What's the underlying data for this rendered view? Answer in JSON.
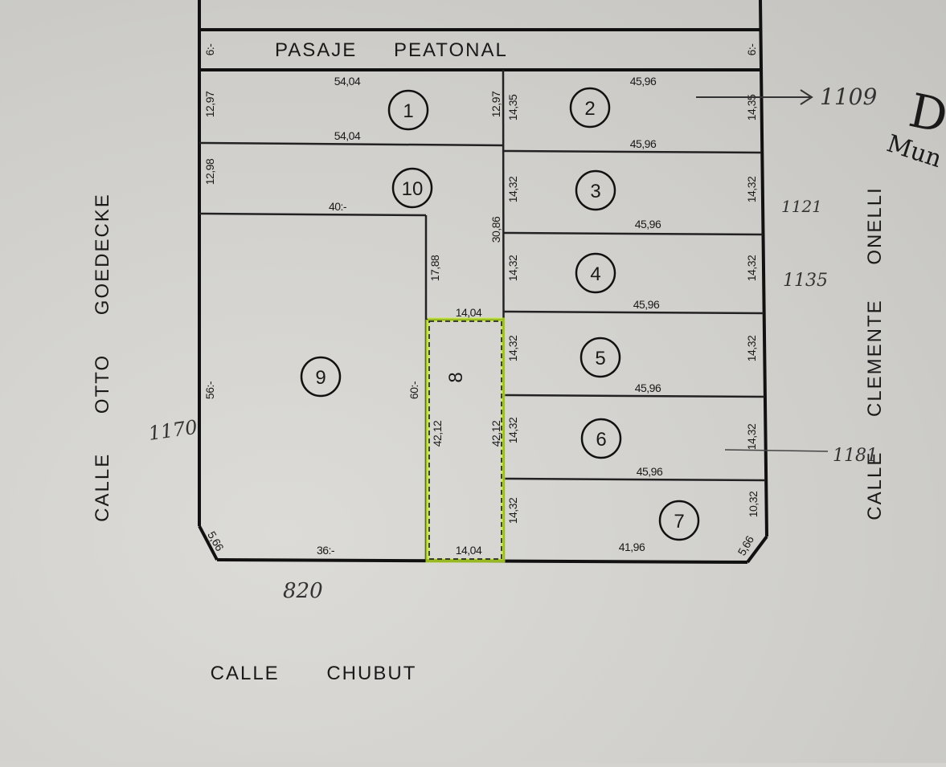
{
  "streets": {
    "pasaje": "PASAJE PEATONAL",
    "pasaje_w_left": "6:-",
    "pasaje_w_right": "6:-",
    "left": "CALLE OTTO GOEDECKE",
    "bottom": "CALLE CHUBUT",
    "right": "CALLE CLEMENTE ONELLI"
  },
  "lots": [
    {
      "number": "1",
      "front": "54,04",
      "back": "54,04",
      "left": "12,97",
      "right": "12,97"
    },
    {
      "number": "2",
      "top": "45,96",
      "bottom": "45,96",
      "left": "14,35",
      "right": "14,35"
    },
    {
      "number": "3",
      "bottom": "45,96",
      "left": "14,32",
      "right": "14,32"
    },
    {
      "number": "4",
      "bottom": "45,96",
      "left": "14,32",
      "right": "14,32"
    },
    {
      "number": "5",
      "bottom": "45,96",
      "left": "14,32",
      "right": "14,32"
    },
    {
      "number": "6",
      "bottom": "45,96",
      "left": "14,32",
      "right": "14,32"
    },
    {
      "number": "7",
      "bottom": "41,96",
      "left": "14,32",
      "right": "10,32",
      "chamfer": "5,66"
    },
    {
      "number": "8",
      "top": "14,04",
      "bottom": "14,04",
      "left": "42,12",
      "right": "42,12"
    },
    {
      "number": "9",
      "bottom": "36:-",
      "left": "56:-",
      "right": "60:-",
      "chamfer": "5,66"
    },
    {
      "number": "10",
      "bottom": "40:-",
      "left": "12,98",
      "right_a": "17,88",
      "right_b": "30,86"
    }
  ],
  "handwritten": {
    "n1109": "1109",
    "n1121": "1121",
    "n1135": "1135",
    "n1170": "1170",
    "n1181": "1181",
    "n820": "820",
    "corner_big": "D",
    "corner_small": "Mun"
  },
  "colors": {
    "ink": "#111111",
    "paper": "#d4d3cf",
    "highlight": "#c6f02a"
  }
}
